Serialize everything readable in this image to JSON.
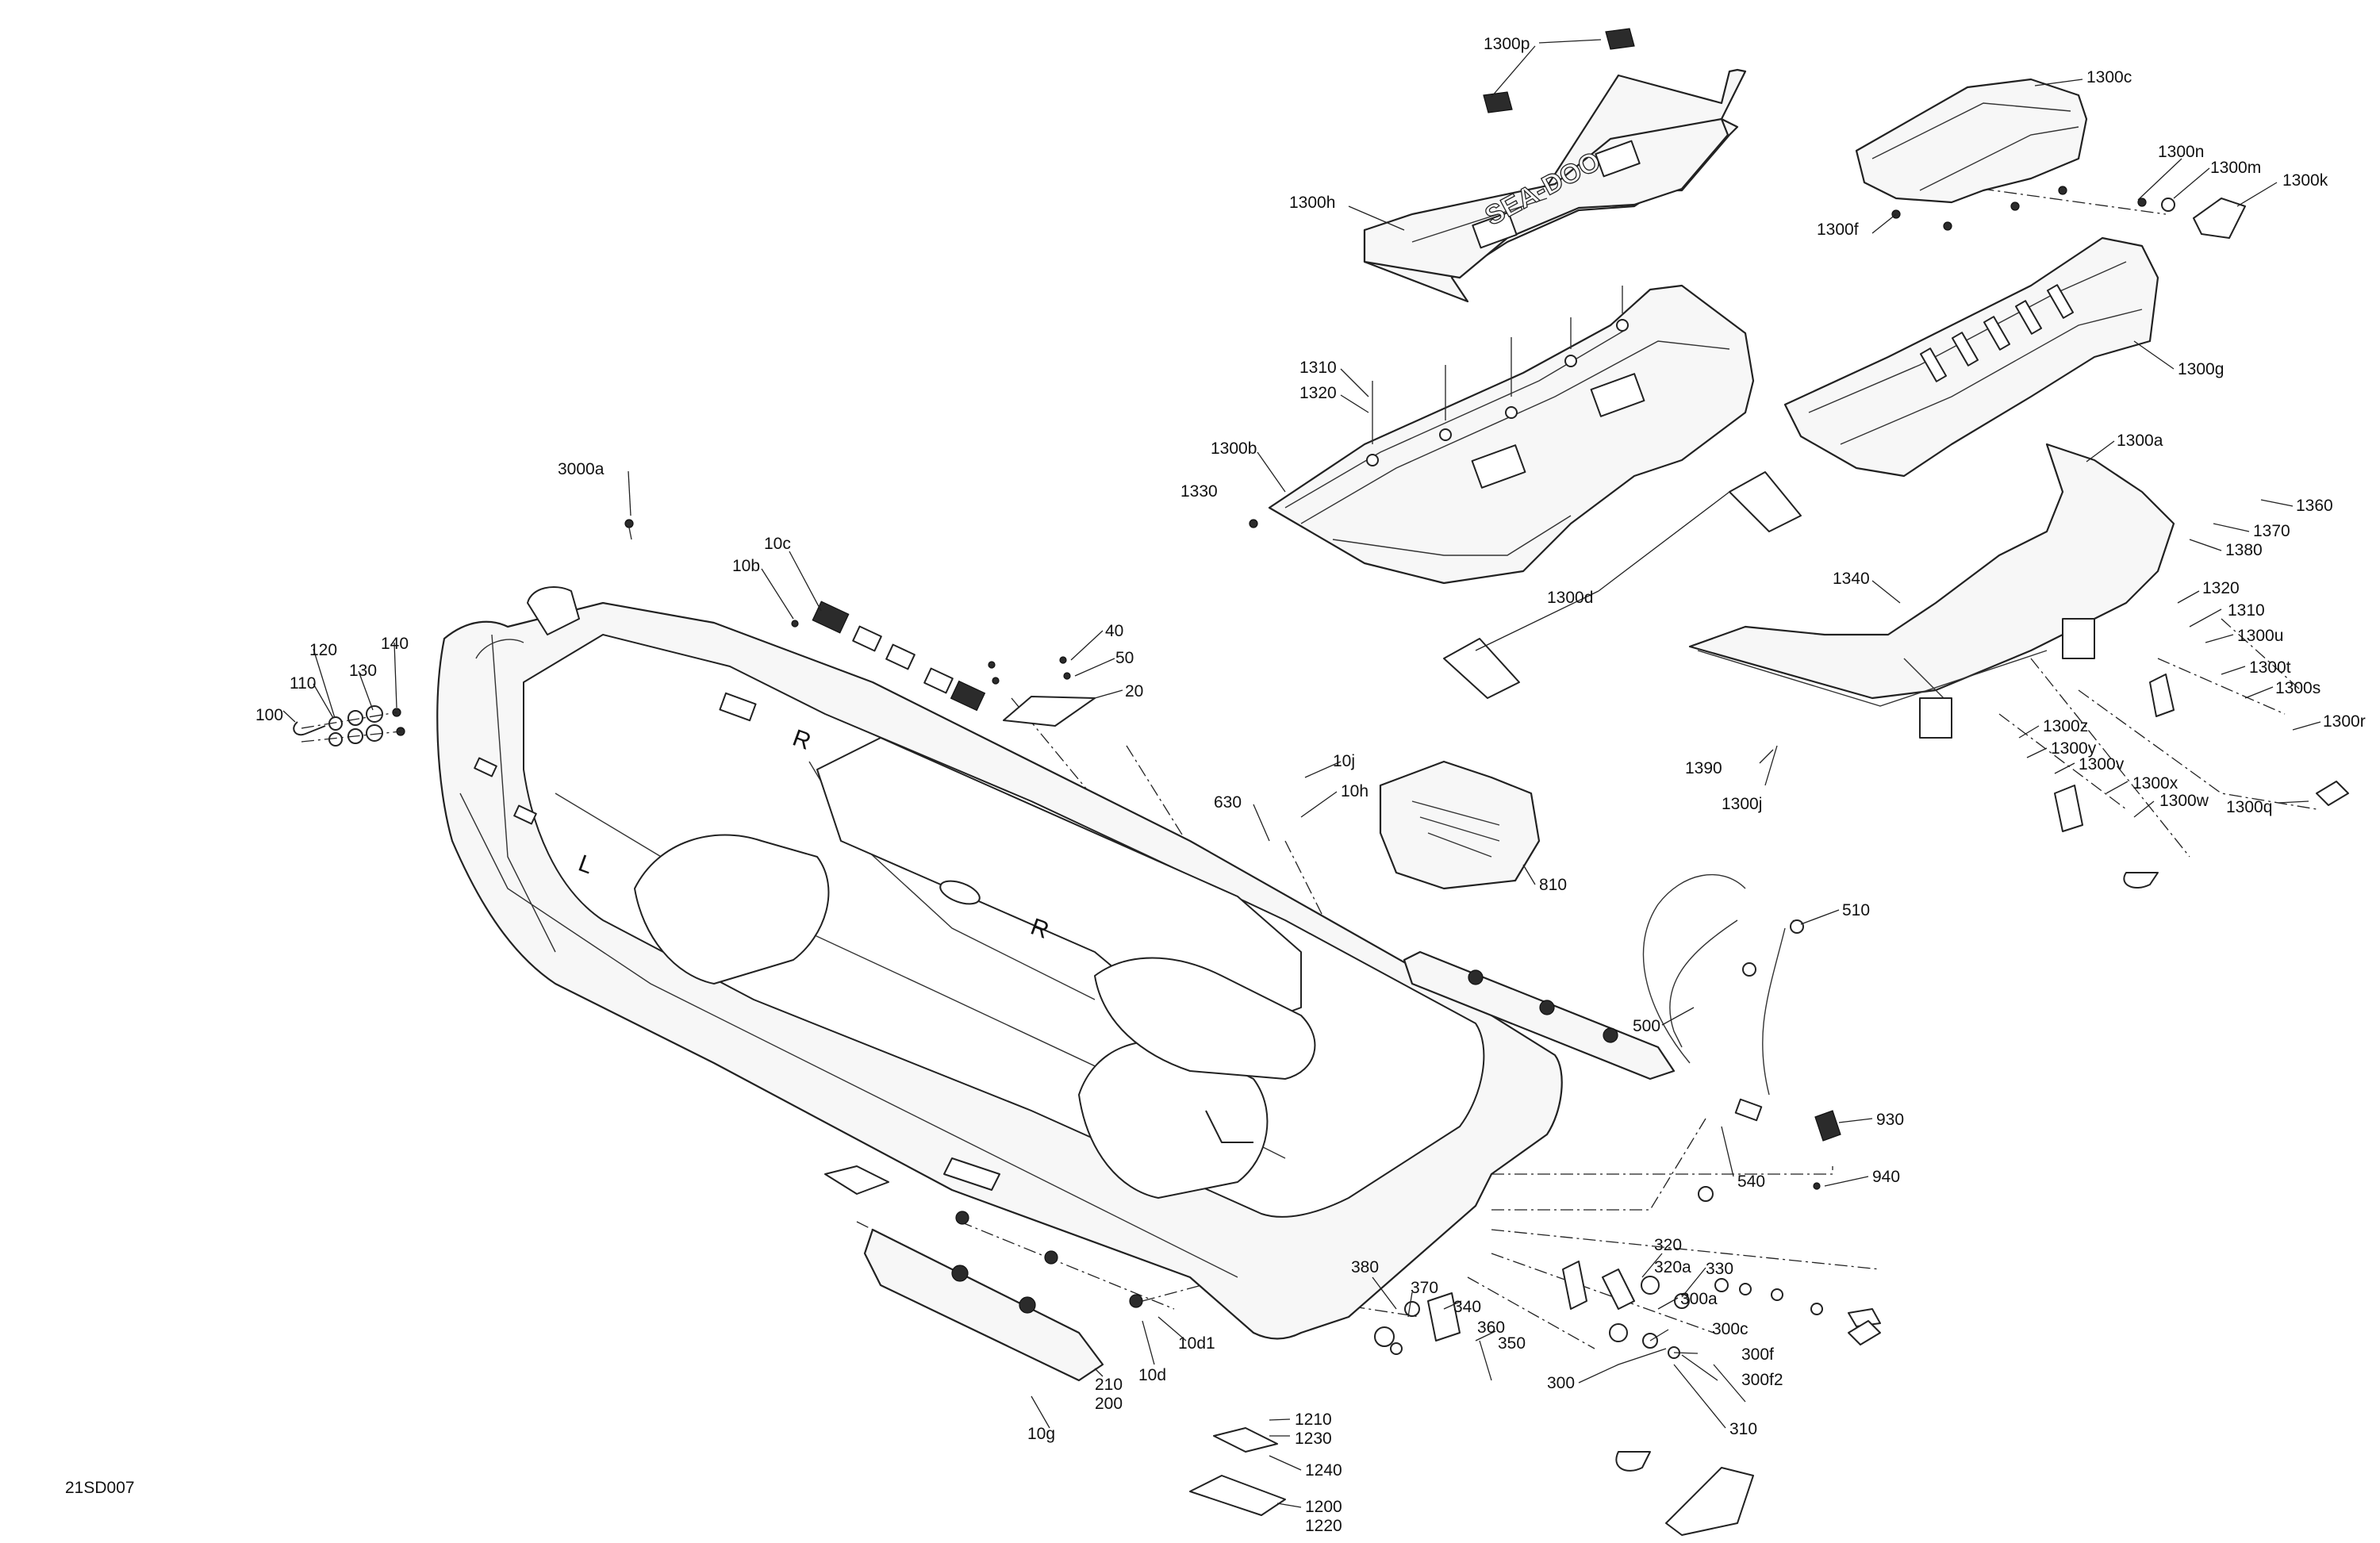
{
  "diagram_code": "21SD007",
  "labels": [
    {
      "id": "1300p",
      "text": "1300p"
    },
    {
      "id": "1300c",
      "text": "1300c"
    },
    {
      "id": "1300n",
      "text": "1300n"
    },
    {
      "id": "1300m",
      "text": "1300m"
    },
    {
      "id": "1300k",
      "text": "1300k"
    },
    {
      "id": "1300h",
      "text": "1300h"
    },
    {
      "id": "1300f",
      "text": "1300f"
    },
    {
      "id": "1300g",
      "text": "1300g"
    },
    {
      "id": "1310a",
      "text": "1310"
    },
    {
      "id": "1320a",
      "text": "1320"
    },
    {
      "id": "1300b",
      "text": "1300b"
    },
    {
      "id": "1330",
      "text": "1330"
    },
    {
      "id": "1300a",
      "text": "1300a"
    },
    {
      "id": "1360",
      "text": "1360"
    },
    {
      "id": "1370",
      "text": "1370"
    },
    {
      "id": "1380",
      "text": "1380"
    },
    {
      "id": "1300d",
      "text": "1300d"
    },
    {
      "id": "1340",
      "text": "1340"
    },
    {
      "id": "1320b",
      "text": "1320"
    },
    {
      "id": "1310b",
      "text": "1310"
    },
    {
      "id": "1300u",
      "text": "1300u"
    },
    {
      "id": "1300t",
      "text": "1300t"
    },
    {
      "id": "1300s",
      "text": "1300s"
    },
    {
      "id": "1300r",
      "text": "1300r"
    },
    {
      "id": "1300z",
      "text": "1300z"
    },
    {
      "id": "1300y",
      "text": "1300y"
    },
    {
      "id": "1300v",
      "text": "1300v"
    },
    {
      "id": "1300x",
      "text": "1300x"
    },
    {
      "id": "1300w",
      "text": "1300w"
    },
    {
      "id": "1300q",
      "text": "1300q"
    },
    {
      "id": "1390",
      "text": "1390"
    },
    {
      "id": "1300j",
      "text": "1300j"
    },
    {
      "id": "3000a",
      "text": "3000a"
    },
    {
      "id": "10c",
      "text": "10c"
    },
    {
      "id": "10b",
      "text": "10b"
    },
    {
      "id": "40",
      "text": "40"
    },
    {
      "id": "50",
      "text": "50"
    },
    {
      "id": "20",
      "text": "20"
    },
    {
      "id": "120",
      "text": "120"
    },
    {
      "id": "140",
      "text": "140"
    },
    {
      "id": "110",
      "text": "110"
    },
    {
      "id": "130",
      "text": "130"
    },
    {
      "id": "100",
      "text": "100"
    },
    {
      "id": "10j",
      "text": "10j"
    },
    {
      "id": "630",
      "text": "630"
    },
    {
      "id": "10h",
      "text": "10h"
    },
    {
      "id": "810",
      "text": "810"
    },
    {
      "id": "510",
      "text": "510"
    },
    {
      "id": "500",
      "text": "500"
    },
    {
      "id": "930",
      "text": "930"
    },
    {
      "id": "540",
      "text": "540"
    },
    {
      "id": "940",
      "text": "940"
    },
    {
      "id": "320",
      "text": "320"
    },
    {
      "id": "320a",
      "text": "320a"
    },
    {
      "id": "330",
      "text": "330"
    },
    {
      "id": "300a",
      "text": "300a"
    },
    {
      "id": "300c",
      "text": "300c"
    },
    {
      "id": "300f",
      "text": "300f"
    },
    {
      "id": "300f2",
      "text": "300f2"
    },
    {
      "id": "300",
      "text": "300"
    },
    {
      "id": "310",
      "text": "310"
    },
    {
      "id": "380",
      "text": "380"
    },
    {
      "id": "370",
      "text": "370"
    },
    {
      "id": "340",
      "text": "340"
    },
    {
      "id": "360",
      "text": "360"
    },
    {
      "id": "350",
      "text": "350"
    },
    {
      "id": "10d1",
      "text": "10d1"
    },
    {
      "id": "10d",
      "text": "10d"
    },
    {
      "id": "1210",
      "text": "1210"
    },
    {
      "id": "1230",
      "text": "1230"
    },
    {
      "id": "1240",
      "text": "1240"
    },
    {
      "id": "1200",
      "text": "1200"
    },
    {
      "id": "1220",
      "text": "1220"
    },
    {
      "id": "210",
      "text": "210"
    },
    {
      "id": "200",
      "text": "200"
    },
    {
      "id": "10g",
      "text": "10g"
    }
  ],
  "hull_markings": {
    "left": "L",
    "right": "R"
  },
  "deck_logo": "SEA-DOO",
  "colors": {
    "line": "#222222",
    "background": "#ffffff",
    "fill": "#f7f7f7"
  }
}
